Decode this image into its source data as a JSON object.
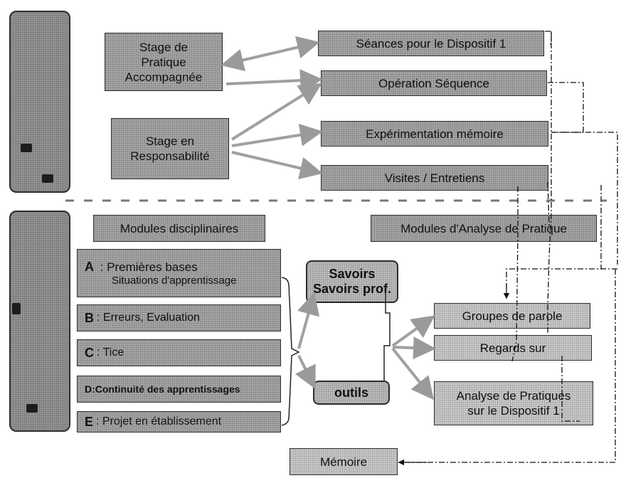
{
  "top": {
    "stage_accompagnee": [
      "Stage de",
      "Pratique",
      "Accompagnée"
    ],
    "stage_responsabilite": [
      "Stage en",
      "Responsabilité"
    ],
    "seances": "Séances pour le Dispositif 1",
    "operation": "Opération Séquence",
    "experimentation": "Expérimentation mémoire",
    "visites": "Visites / Entretiens"
  },
  "bottom": {
    "modules_disciplinaires": "Modules disciplinaires",
    "modules_analyse": "Modules d'Analyse de Pratique",
    "module_a": {
      "letter": "A",
      "line1": " : Premières bases",
      "line2": "Situations d'apprentissage"
    },
    "module_b": {
      "letter": "B",
      "text": " : Erreurs, Evaluation"
    },
    "module_c": {
      "letter": "C",
      "text": " : Tice"
    },
    "module_d": {
      "text": "D:Continuité des apprentissages"
    },
    "module_e": {
      "letter": "E",
      "text": " : Projet en établissement"
    },
    "savoirs": [
      "Savoirs",
      "Savoirs prof."
    ],
    "outils": "outils",
    "groupes": "Groupes de parole",
    "regards": "Regards sur",
    "analyse": [
      "Analyse de Pratiques",
      "sur le Dispositif 1"
    ],
    "memoire": "Mémoire"
  },
  "colors": {
    "box_fill": "#a9a9a9",
    "border": "#2b2b2b",
    "arrow": "#9a9a9a"
  }
}
